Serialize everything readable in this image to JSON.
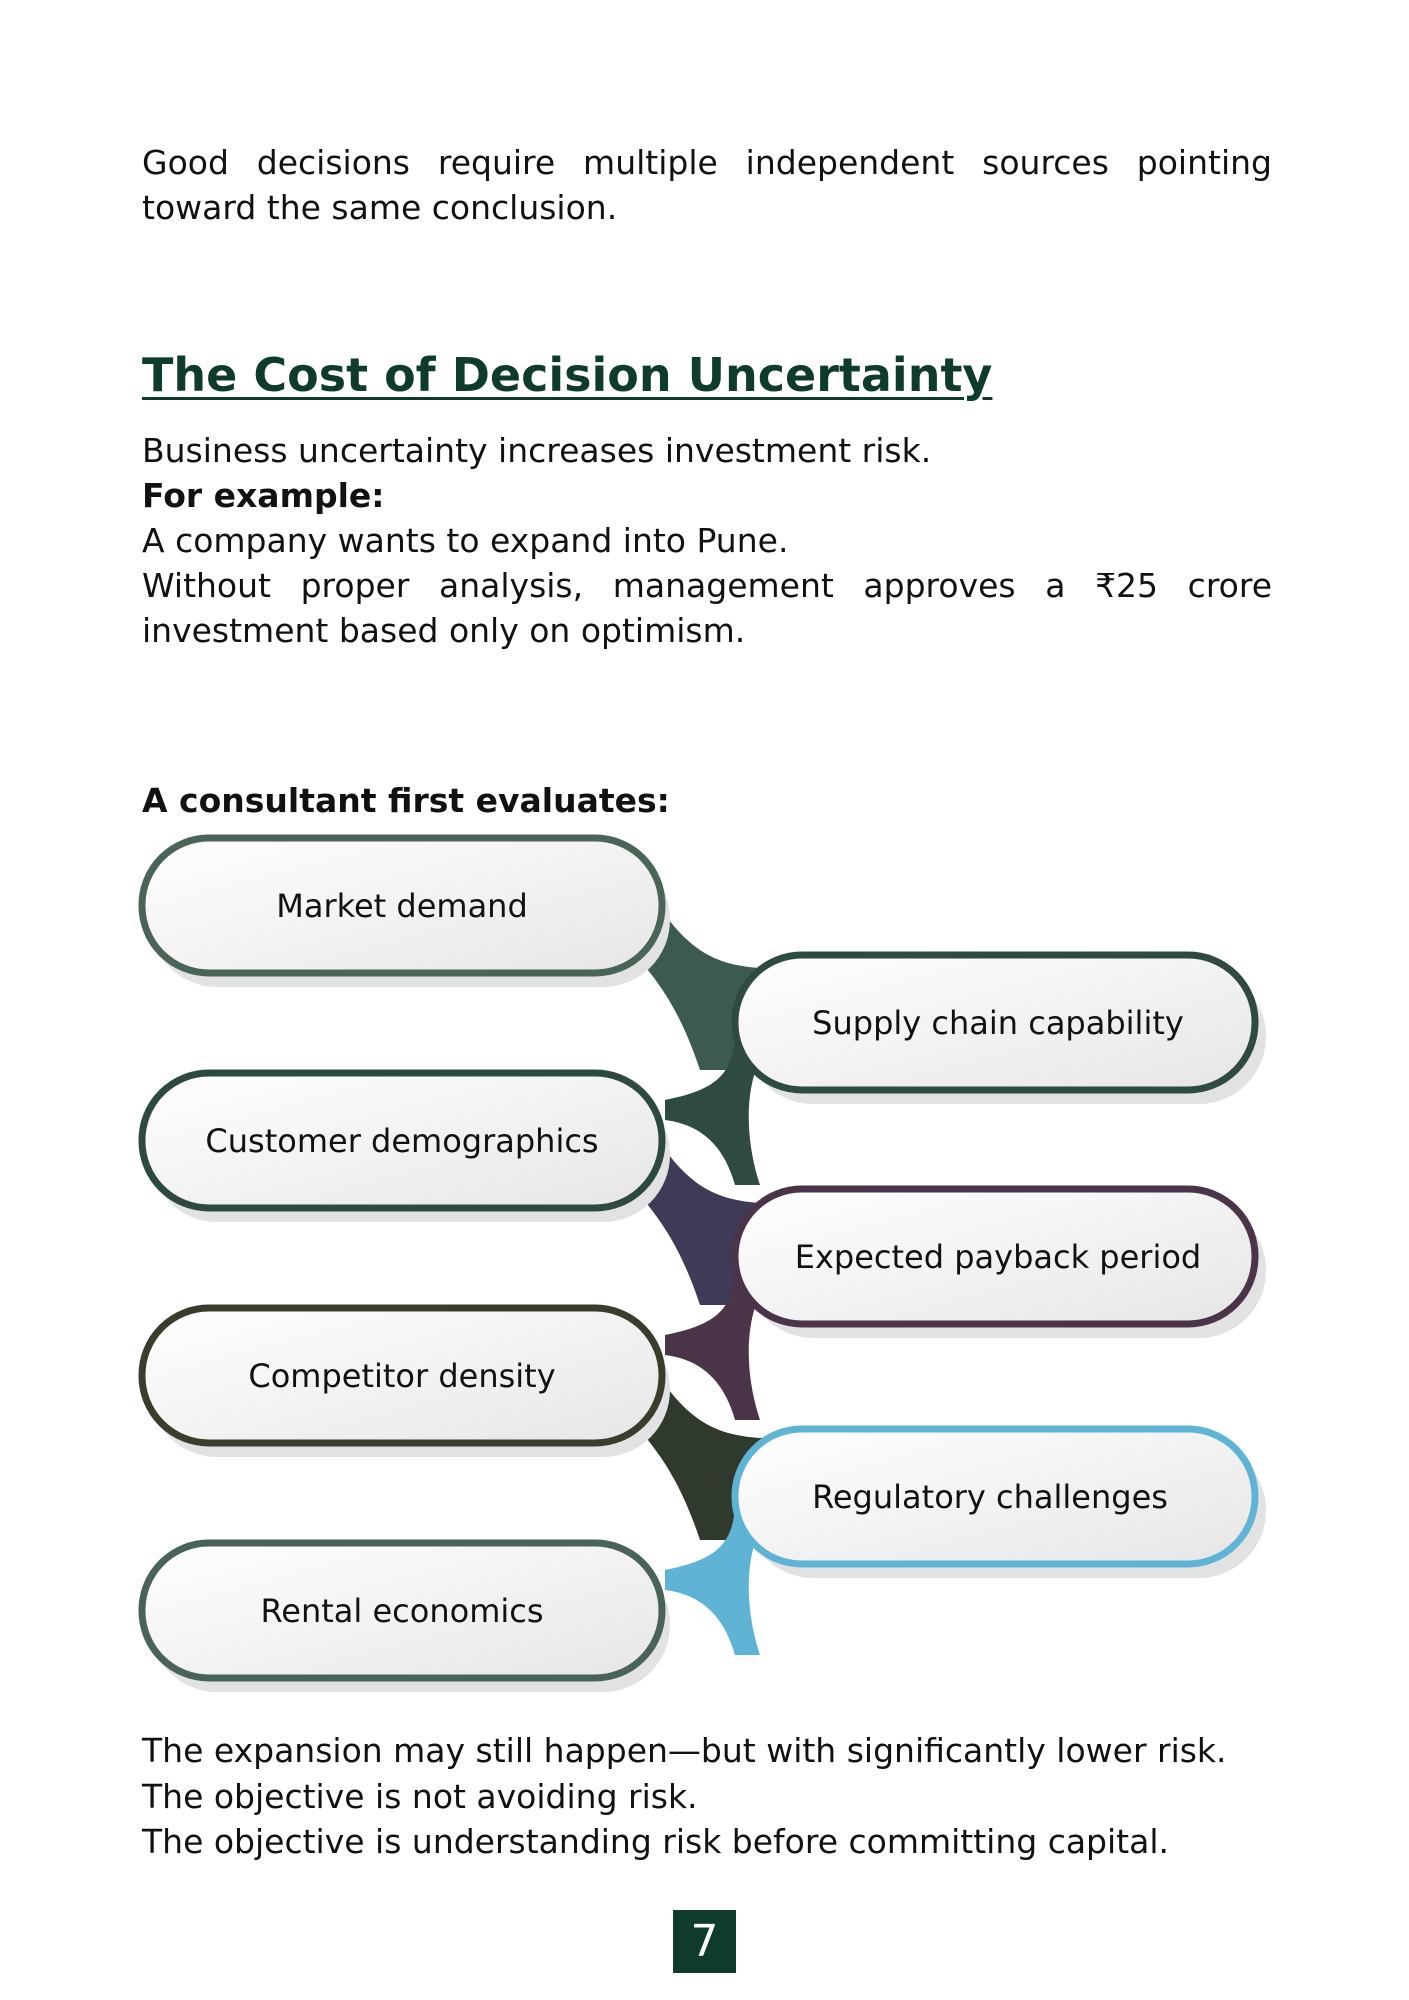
{
  "intro": {
    "line1": "Good decisions require multiple independent sources pointing",
    "line2": "toward the same conclusion."
  },
  "section": {
    "title": "The Cost of Decision Uncertainty",
    "line1": "Business uncertainty increases investment risk.",
    "example_label": "For example:",
    "line2": "A company wants to expand into Pune.",
    "line3": "Without proper analysis, management approves a ₹25 crore",
    "line4": "investment based only on optimism."
  },
  "evaluates": {
    "heading": "A consultant first evaluates:",
    "items": [
      {
        "label": "Market demand",
        "color": "#4a6558"
      },
      {
        "label": "Supply chain capability",
        "color": "#2f4a40"
      },
      {
        "label": "Customer demographics",
        "color": "#2e4a40"
      },
      {
        "label": "Expected payback period",
        "color": "#4a3448"
      },
      {
        "label": "Competitor density",
        "color": "#3a3d2c"
      },
      {
        "label": "Regulatory challenges",
        "color": "#5fb4d6"
      },
      {
        "label": "Rental economics",
        "color": "#4a6358"
      }
    ]
  },
  "closing": {
    "line1": "The expansion may still happen—but with significantly lower risk.",
    "line2": "The objective is not avoiding risk.",
    "line3": "The objective is understanding risk before committing capital."
  },
  "page_number": "7"
}
